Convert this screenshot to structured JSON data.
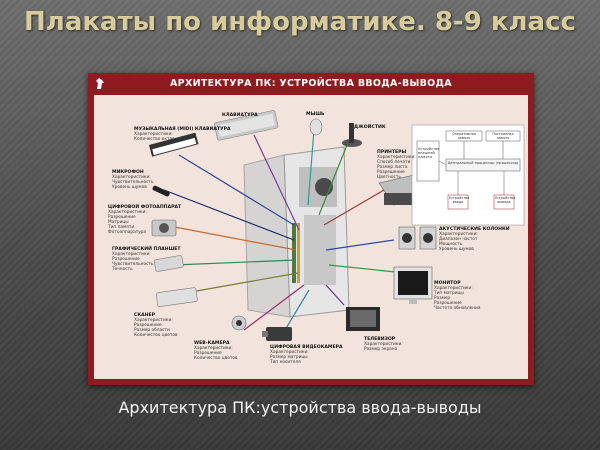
{
  "slide": {
    "title": "Плакаты по информатике. 8-9 класс",
    "caption": "Архитектура ПК:устройства ввода-выводы"
  },
  "poster": {
    "title": "АРХИТЕКТУРА ПК: УСТРОЙСТВА ВВОДА-ВЫВОДА",
    "colors": {
      "frame": "#8e1b1f",
      "background": "#f2e4dc"
    },
    "devices": [
      {
        "name": "МУЗЫКАЛЬНАЯ (MIDI) КЛАВИАТУРА",
        "details": "Характеристики:\nКоличество октав"
      },
      {
        "name": "КЛАВИАТУРА",
        "details": ""
      },
      {
        "name": "МЫШЬ",
        "details": ""
      },
      {
        "name": "ДЖОЙСТИК",
        "details": ""
      },
      {
        "name": "ПРИНТЕРЫ",
        "details": "Характеристики:\nСпособ печати\nРазмер листа\nРазрешение\nЦветность"
      },
      {
        "name": "МИКРОФОН",
        "details": "Характеристики:\nЧувствительность\nУровень шумов"
      },
      {
        "name": "ЦИФРОВОЙ ФОТОАППАРАТ",
        "details": "Характеристики:\nРазрешение\nМатрицы\nТип памяти\nФотоаппаратура"
      },
      {
        "name": "АКУСТИЧЕСКИЕ КОЛОНКИ",
        "details": "Характеристики:\nДиапазон частот\nМощность\nУровень шумов"
      },
      {
        "name": "ГРАФИЧЕСКИЙ ПЛАНШЕТ",
        "details": "Характеристики:\nРазрешение\nЧувствительность\nТочность"
      },
      {
        "name": "МОНИТОР",
        "details": "Характеристики:\nТип матрицы\nРазмер\nРазрешение\nЧастота обновления"
      },
      {
        "name": "СКАНЕР",
        "details": "Характеристики:\nРазрешение\nРазмер области\nКоличество цветов"
      },
      {
        "name": "WEB-КАМЕРА",
        "details": "Характеристики:\nРазрешение\nКоличество цветов"
      },
      {
        "name": "ЦИФРОВАЯ ВИДЕОКАМЕРА",
        "details": "Характеристики:\nРазмер матрицы\nТип носителя"
      },
      {
        "name": "ТЕЛЕВИЗОР",
        "details": "Характеристики:\nРазмер экрана"
      }
    ],
    "diagram": {
      "external_memory": "Устройства внешней памяти",
      "cpu": "Центральный процессор (процессор)",
      "ram": "Оперативная память",
      "rom": "Постоянная память",
      "input": "Устройства ввода",
      "output": "Устройства вывода"
    }
  }
}
